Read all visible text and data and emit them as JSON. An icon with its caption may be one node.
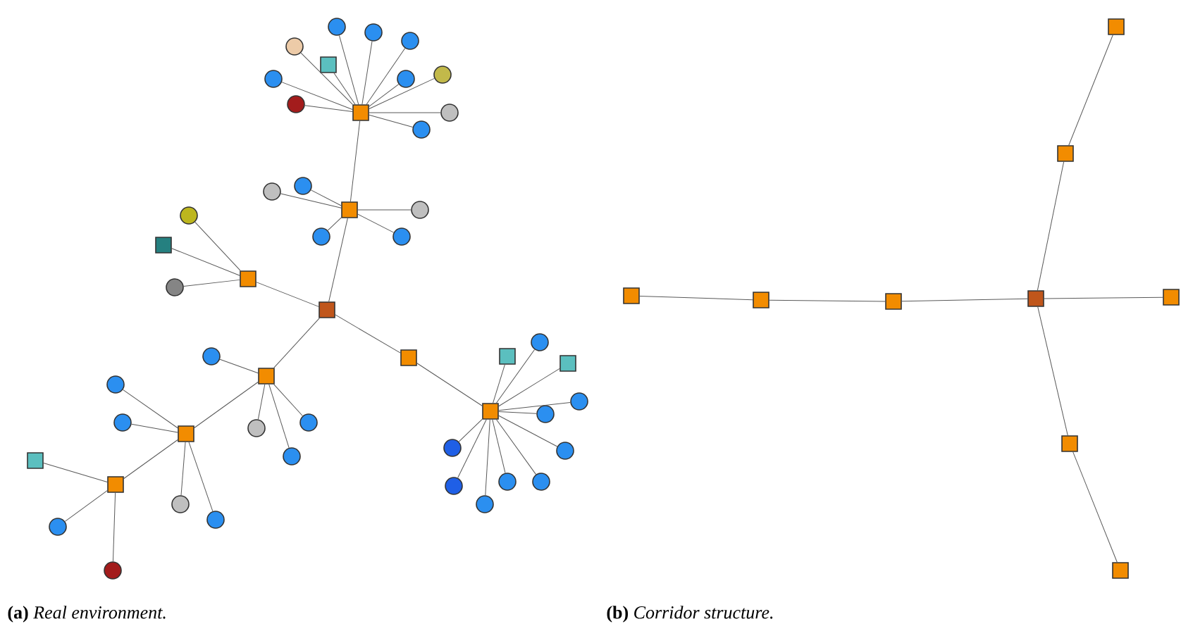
{
  "diagram": {
    "nodes": [
      {
        "text": [],
        "shape": "box"
      },
      {
        "text": [],
        "shape": "circle"
      },
      {
        "text": [],
        "shape": "circle"
      },
      {
        "text": [],
        "shape": "circle"
      },
      {
        "text": [],
        "shape": "circle"
      },
      {
        "text": [],
        "shape": "box"
      },
      {
        "text": [],
        "shape": "circle"
      },
      {
        "text": [],
        "shape": "circle"
      },
      {
        "text": [],
        "shape": "circle"
      },
      {
        "text": [],
        "shape": "circle"
      },
      {
        "text": [],
        "shape": "circle"
      },
      {
        "text": [],
        "shape": "circle"
      },
      {
        "text": [],
        "shape": "box"
      },
      {
        "text": [],
        "shape": "circle"
      },
      {
        "text": [],
        "shape": "circle"
      },
      {
        "text": [],
        "shape": "circle"
      },
      {
        "text": [],
        "shape": "circle"
      },
      {
        "text": [],
        "shape": "circle"
      },
      {
        "text": [],
        "shape": "box"
      },
      {
        "text": [],
        "shape": "circle"
      },
      {
        "text": [],
        "shape": "box"
      },
      {
        "text": [],
        "shape": "circle"
      },
      {
        "text": [],
        "shape": "box"
      },
      {
        "text": [],
        "shape": "box"
      },
      {
        "text": [],
        "shape": "box"
      },
      {
        "text": [],
        "shape": "box"
      },
      {
        "text": [],
        "shape": "circle"
      },
      {
        "text": [],
        "shape": "box"
      },
      {
        "text": [],
        "shape": "circle"
      },
      {
        "text": [],
        "shape": "circle"
      },
      {
        "text": [],
        "shape": "circle"
      },
      {
        "text": [],
        "shape": "circle"
      },
      {
        "text": [],
        "shape": "circle"
      },
      {
        "text": [],
        "shape": "circle"
      },
      {
        "text": [],
        "shape": "circle"
      },
      {
        "text": [],
        "shape": "circle"
      },
      {
        "text": [],
        "shape": "box"
      },
      {
        "text": [],
        "shape": "circle"
      },
      {
        "text": [],
        "shape": "circle"
      },
      {
        "text": [],
        "shape": "circle"
      },
      {
        "text": [],
        "shape": "circle"
      },
      {
        "text": [],
        "shape": "box"
      },
      {
        "text": [],
        "shape": "circle"
      },
      {
        "text": [],
        "shape": "circle"
      },
      {
        "text": [],
        "shape": "circle"
      },
      {
        "text": [],
        "shape": "circle"
      },
      {
        "text": [],
        "shape": "box"
      },
      {
        "text": [],
        "shape": "box"
      },
      {
        "text": [],
        "shape": "circle"
      },
      {
        "text": [],
        "shape": "circle"
      },
      {
        "text": [],
        "shape": "box"
      },
      {
        "text": [],
        "shape": "box"
      },
      {
        "text": [],
        "shape": "box"
      },
      {
        "text": [],
        "shape": "box"
      },
      {
        "text": [],
        "shape": "box"
      },
      {
        "text": [],
        "shape": "box"
      },
      {
        "text": [],
        "shape": "box"
      },
      {
        "text": [],
        "shape": "box"
      },
      {
        "text": [],
        "shape": "box"
      }
    ],
    "edges": [
      {
        "from": 0,
        "to": 1,
        "arrow": "none"
      },
      {
        "from": 0,
        "to": 2,
        "arrow": "none"
      },
      {
        "from": 0,
        "to": 3,
        "arrow": "none"
      },
      {
        "from": 0,
        "to": 4,
        "arrow": "none"
      },
      {
        "from": 0,
        "to": 5,
        "arrow": "none"
      },
      {
        "from": 0,
        "to": 6,
        "arrow": "none"
      },
      {
        "from": 0,
        "to": 7,
        "arrow": "none"
      },
      {
        "from": 0,
        "to": 8,
        "arrow": "none"
      },
      {
        "from": 0,
        "to": 9,
        "arrow": "none"
      },
      {
        "from": 0,
        "to": 10,
        "arrow": "none"
      },
      {
        "from": 0,
        "to": 11,
        "arrow": "none"
      },
      {
        "from": 0,
        "to": 12,
        "arrow": "none"
      },
      {
        "from": 12,
        "to": 13,
        "arrow": "none"
      },
      {
        "from": 12,
        "to": 14,
        "arrow": "none"
      },
      {
        "from": 12,
        "to": 15,
        "arrow": "none"
      },
      {
        "from": 12,
        "to": 16,
        "arrow": "none"
      },
      {
        "from": 12,
        "to": 17,
        "arrow": "none"
      },
      {
        "from": 12,
        "to": 22,
        "arrow": "none"
      },
      {
        "from": 18,
        "to": 19,
        "arrow": "none"
      },
      {
        "from": 18,
        "to": 20,
        "arrow": "none"
      },
      {
        "from": 18,
        "to": 21,
        "arrow": "none"
      },
      {
        "from": 18,
        "to": 22,
        "arrow": "none"
      },
      {
        "from": 22,
        "to": 23,
        "arrow": "none"
      },
      {
        "from": 23,
        "to": 24,
        "arrow": "none"
      },
      {
        "from": 24,
        "to": 25,
        "arrow": "none"
      },
      {
        "from": 24,
        "to": 26,
        "arrow": "none"
      },
      {
        "from": 24,
        "to": 27,
        "arrow": "none"
      },
      {
        "from": 24,
        "to": 28,
        "arrow": "none"
      },
      {
        "from": 24,
        "to": 29,
        "arrow": "none"
      },
      {
        "from": 24,
        "to": 30,
        "arrow": "none"
      },
      {
        "from": 24,
        "to": 31,
        "arrow": "none"
      },
      {
        "from": 24,
        "to": 32,
        "arrow": "none"
      },
      {
        "from": 24,
        "to": 33,
        "arrow": "none"
      },
      {
        "from": 24,
        "to": 34,
        "arrow": "none"
      },
      {
        "from": 24,
        "to": 35,
        "arrow": "none"
      },
      {
        "from": 22,
        "to": 36,
        "arrow": "none"
      },
      {
        "from": 36,
        "to": 37,
        "arrow": "none"
      },
      {
        "from": 36,
        "to": 38,
        "arrow": "none"
      },
      {
        "from": 36,
        "to": 39,
        "arrow": "none"
      },
      {
        "from": 36,
        "to": 40,
        "arrow": "none"
      },
      {
        "from": 36,
        "to": 41,
        "arrow": "none"
      },
      {
        "from": 41,
        "to": 42,
        "arrow": "none"
      },
      {
        "from": 41,
        "to": 43,
        "arrow": "none"
      },
      {
        "from": 41,
        "to": 44,
        "arrow": "none"
      },
      {
        "from": 41,
        "to": 45,
        "arrow": "none"
      },
      {
        "from": 41,
        "to": 46,
        "arrow": "none"
      },
      {
        "from": 46,
        "to": 47,
        "arrow": "none"
      },
      {
        "from": 46,
        "to": 48,
        "arrow": "none"
      },
      {
        "from": 46,
        "to": 49,
        "arrow": "none"
      },
      {
        "from": 50,
        "to": 51,
        "arrow": "none"
      },
      {
        "from": 51,
        "to": 52,
        "arrow": "none"
      },
      {
        "from": 52,
        "to": 53,
        "arrow": "none"
      },
      {
        "from": 53,
        "to": 54,
        "arrow": "none"
      },
      {
        "from": 53,
        "to": 55,
        "arrow": "none"
      },
      {
        "from": 55,
        "to": 56,
        "arrow": "none"
      },
      {
        "from": 53,
        "to": 57,
        "arrow": "none"
      },
      {
        "from": 57,
        "to": 58,
        "arrow": "none"
      }
    ],
    "labels": [
      "**(a)** *Real environment.*",
      "**(b)** *Corridor structure.*"
    ]
  }
}
